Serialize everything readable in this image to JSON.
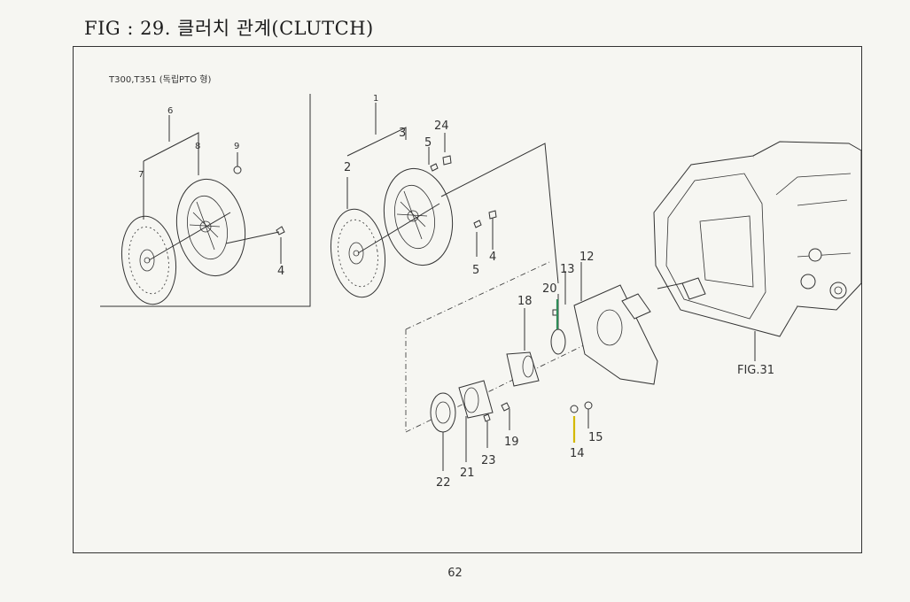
{
  "header": {
    "title": "FIG : 29. 클러치 관계(CLUTCH)"
  },
  "inset": {
    "note": "T300,T351 (독립PTO 형)"
  },
  "callouts": {
    "c1": "1",
    "c2": "2",
    "c3": "3",
    "c4a": "4",
    "c4b": "4",
    "c5a": "5",
    "c5b": "5",
    "c6": "6",
    "c7": "7",
    "c8": "8",
    "c9": "9",
    "c12": "12",
    "c13": "13",
    "c14": "14",
    "c15": "15",
    "c18": "18",
    "c19": "19",
    "c20": "20",
    "c21": "21",
    "c22": "22",
    "c23": "23",
    "c24": "24"
  },
  "fig_ref": "FIG.31",
  "footer": {
    "page_number": "62"
  },
  "colors": {
    "paper": "#f6f6f2",
    "ink": "#333333",
    "marker_green": "#2e8b57",
    "marker_yellow": "#d4b800"
  }
}
